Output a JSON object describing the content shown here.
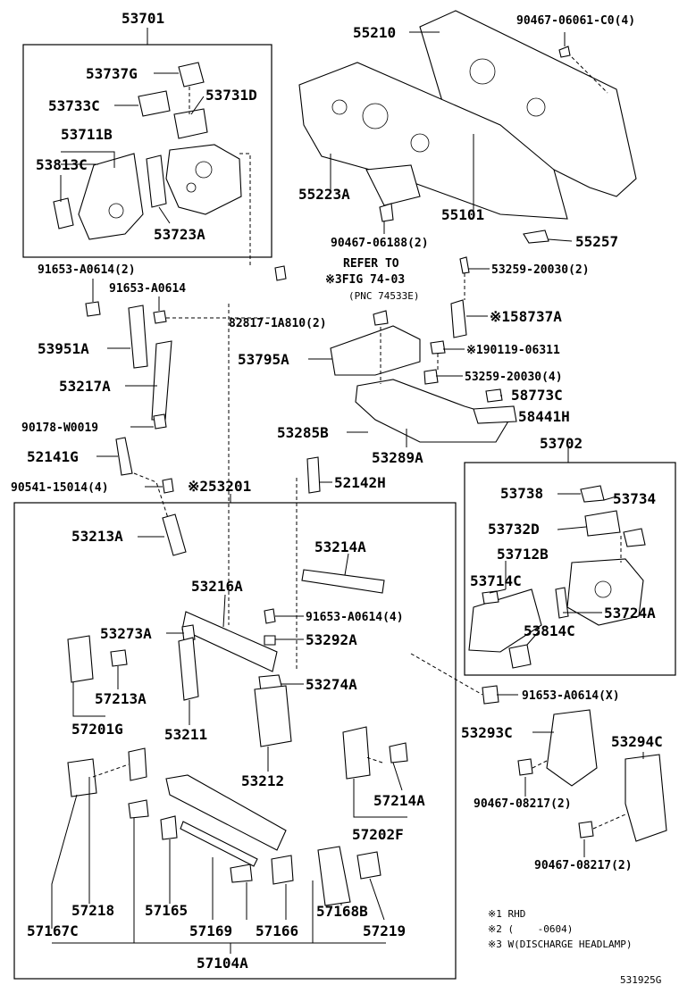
{
  "labels": {
    "p53701": "53701",
    "p53737G": "53737G",
    "p53733C": "53733C",
    "p53731D": "53731D",
    "p53711B": "53711B",
    "p53813C": "53813C",
    "p53723A": "53723A",
    "p55210": "55210",
    "p90467_06061": "90467-06061-C0(4)",
    "p55223A": "55223A",
    "p55101": "55101",
    "p90467_06188": "90467-06188(2)",
    "p55257": "55257",
    "refer1": "REFER TO",
    "refer2": "※3FIG 74-03",
    "refer3": "(PNC 74533E)",
    "p53259_20030_2": "53259-20030(2)",
    "p58737A": "※158737A",
    "p90119": "※190119-06311",
    "p53259_20030_4": "53259-20030(4)",
    "p58773C": "58773C",
    "p58441H": "58441H",
    "p53795A": "53795A",
    "p53285B": "53285B",
    "p53289A": "53289A",
    "p91653_2": "91653-A0614(2)",
    "p91653": "91653-A0614",
    "p82817": "82817-1A810(2)",
    "p53951A": "53951A",
    "p53217A": "53217A",
    "p90178": "90178-W0019",
    "p52141G": "52141G",
    "p52142H": "52142H",
    "p90541": "90541-15014(4)",
    "p53201": "※253201",
    "p53702": "53702",
    "p53738": "53738",
    "p53734": "53734",
    "p53732D": "53732D",
    "p53712B": "53712B",
    "p53714C": "53714C",
    "p53724A": "53724A",
    "p53814C": "53814C",
    "p53213A": "53213A",
    "p53214A": "53214A",
    "p53216A": "53216A",
    "p91653_4": "91653-A0614(4)",
    "p53273A": "53273A",
    "p53292A": "53292A",
    "p57213A": "57213A",
    "p53274A": "53274A",
    "p57201G": "57201G",
    "p53211": "53211",
    "p53212": "53212",
    "p91653_X": "91653-A0614(X)",
    "p53293C": "53293C",
    "p53294C": "53294C",
    "p57214A": "57214A",
    "p57202F": "57202F",
    "p90467_08217a": "90467-08217(2)",
    "p90467_08217b": "90467-08217(2)",
    "p57218": "57218",
    "p57165": "57165",
    "p57168B": "57168B",
    "p57167C": "57167C",
    "p57169": "57169",
    "p57166": "57166",
    "p57219": "57219",
    "p57104A": "57104A",
    "note1": "※1 RHD",
    "note2": "※2 (    -0604)",
    "note3": "※3 W(DISCHARGE HEADLAMP)",
    "figno": "531925G"
  }
}
